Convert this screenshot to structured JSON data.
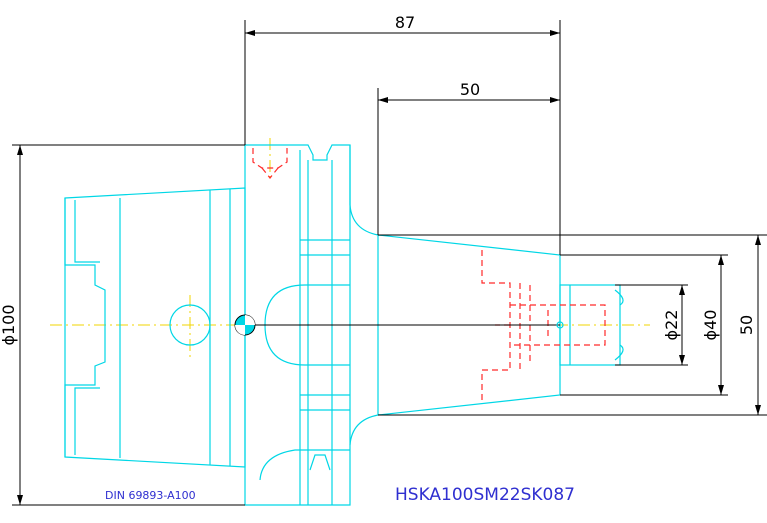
{
  "dimensions": {
    "overall_length": "87",
    "gauge_length": "50",
    "flange_diameter": "ϕ100",
    "collet_diameter": "ϕ22",
    "nose_diameter": "ϕ40",
    "nose_height": "50"
  },
  "labels": {
    "standard": "DIN 69893-A100",
    "part_number": "HSKA100SM22SK087"
  },
  "colors": {
    "outline": "#00d7e6",
    "hidden_lines": "#ff2a2a",
    "centerline": "#f2d600",
    "text_blue": "#2f2fd0",
    "dimension": "#000000"
  }
}
